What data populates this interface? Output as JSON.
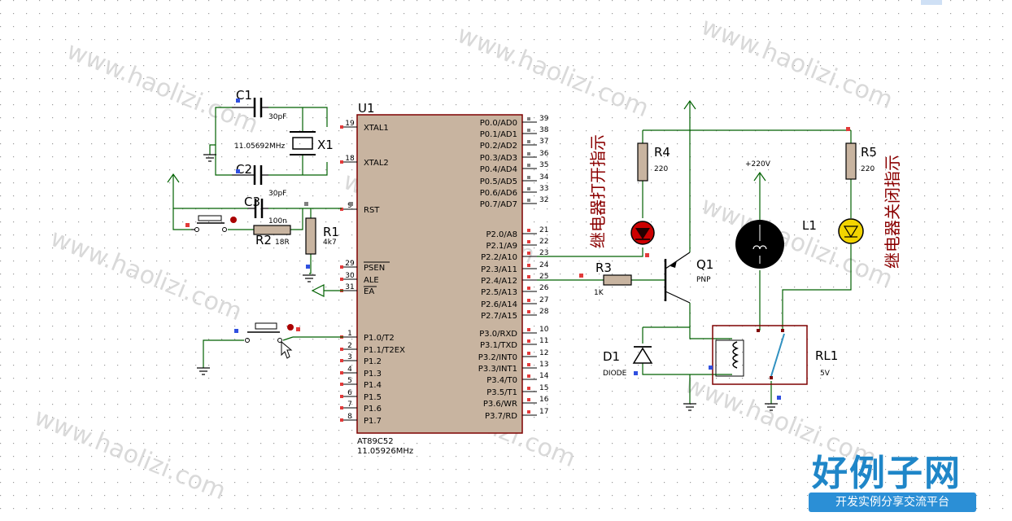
{
  "watermark_text": "www.haolizi.com",
  "chip": {
    "ref": "U1",
    "part": "AT89C52",
    "freq": "11.05926MHz",
    "left_pins": [
      {
        "num": "19",
        "name": "XTAL1"
      },
      {
        "num": "18",
        "name": "XTAL2"
      },
      {
        "num": "9",
        "name": "RST"
      },
      {
        "num": "29",
        "name": "PSEN"
      },
      {
        "num": "30",
        "name": "ALE"
      },
      {
        "num": "31",
        "name": "EA"
      },
      {
        "num": "1",
        "name": "P1.0/T2"
      },
      {
        "num": "2",
        "name": "P1.1/T2EX"
      },
      {
        "num": "3",
        "name": "P1.2"
      },
      {
        "num": "4",
        "name": "P1.3"
      },
      {
        "num": "5",
        "name": "P1.4"
      },
      {
        "num": "6",
        "name": "P1.5"
      },
      {
        "num": "7",
        "name": "P1.6"
      },
      {
        "num": "8",
        "name": "P1.7"
      }
    ],
    "right_pins": [
      {
        "num": "39",
        "name": "P0.0/AD0"
      },
      {
        "num": "38",
        "name": "P0.1/AD1"
      },
      {
        "num": "37",
        "name": "P0.2/AD2"
      },
      {
        "num": "36",
        "name": "P0.3/AD3"
      },
      {
        "num": "35",
        "name": "P0.4/AD4"
      },
      {
        "num": "34",
        "name": "P0.5/AD5"
      },
      {
        "num": "33",
        "name": "P0.6/AD6"
      },
      {
        "num": "32",
        "name": "P0.7/AD7"
      },
      {
        "num": "21",
        "name": "P2.0/A8"
      },
      {
        "num": "22",
        "name": "P2.1/A9"
      },
      {
        "num": "23",
        "name": "P2.2/A10"
      },
      {
        "num": "24",
        "name": "P2.3/A11"
      },
      {
        "num": "25",
        "name": "P2.4/A12"
      },
      {
        "num": "26",
        "name": "P2.5/A13"
      },
      {
        "num": "27",
        "name": "P2.6/A14"
      },
      {
        "num": "28",
        "name": "P2.7/A15"
      },
      {
        "num": "10",
        "name": "P3.0/RXD"
      },
      {
        "num": "11",
        "name": "P3.1/TXD"
      },
      {
        "num": "12",
        "name": "P3.2/INT0"
      },
      {
        "num": "13",
        "name": "P3.3/INT1"
      },
      {
        "num": "14",
        "name": "P3.4/T0"
      },
      {
        "num": "15",
        "name": "P3.5/T1"
      },
      {
        "num": "16",
        "name": "P3.6/WR"
      },
      {
        "num": "17",
        "name": "P3.7/RD"
      }
    ]
  },
  "components": {
    "c1": {
      "ref": "C1",
      "value": "30pF"
    },
    "c2": {
      "ref": "C2",
      "value": "30pF"
    },
    "c3": {
      "ref": "C3",
      "value": "100n"
    },
    "x1": {
      "ref": "X1",
      "value": "11.05692MHz"
    },
    "r1": {
      "ref": "R1",
      "value": "4k7"
    },
    "r2": {
      "ref": "R2",
      "value": "18R"
    },
    "r3": {
      "ref": "R3",
      "value": "1K"
    },
    "r4": {
      "ref": "R4",
      "value": "220"
    },
    "r5": {
      "ref": "R5",
      "value": "220"
    },
    "q1": {
      "ref": "Q1",
      "value": "PNP"
    },
    "d1": {
      "ref": "D1",
      "value": "DIODE"
    },
    "rl1": {
      "ref": "RL1",
      "value": "5V"
    },
    "l1": {
      "ref": "L1"
    },
    "mains": {
      "label": "+220V"
    }
  },
  "annotations": {
    "relay_on": "继电器打开指示",
    "relay_off": "继电器关闭指示"
  },
  "brand": {
    "title": "好例子网",
    "subtitle": "开发实例分享交流平台"
  },
  "colors": {
    "wire": "#006100",
    "part": "#000000",
    "chip_fill": "#c8b4a0",
    "chip_border": "#7f0000",
    "label": "#000000",
    "annotation": "#8b0000",
    "pin_red": "#e23a3a",
    "pin_blue": "#3050e0",
    "pin_gray": "#808080",
    "led_red": "#cc0000",
    "led_yellow": "#f2d400",
    "lamp": "#000000"
  }
}
